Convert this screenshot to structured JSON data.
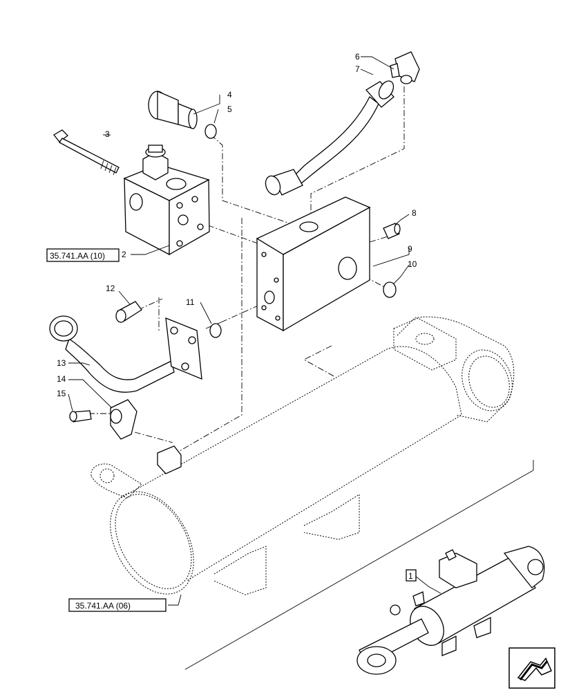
{
  "diagram": {
    "callouts": [
      "1",
      "2",
      "3",
      "4",
      "5",
      "6",
      "7",
      "8",
      "9",
      "10",
      "11",
      "12",
      "13",
      "14",
      "15"
    ],
    "references": [
      "35.741.AA (10)",
      "35.741.AA (06)"
    ]
  }
}
